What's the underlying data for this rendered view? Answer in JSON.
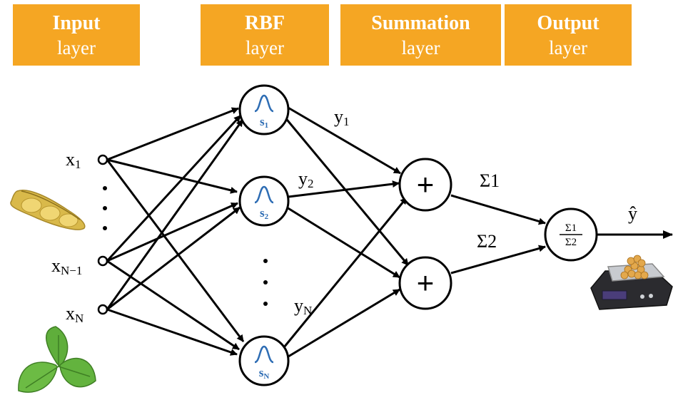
{
  "header": {
    "input": {
      "title": "Input",
      "subtitle": "layer"
    },
    "rbf": {
      "title": "RBF",
      "subtitle": "layer"
    },
    "summation": {
      "title": "Summation",
      "subtitle": "layer"
    },
    "output": {
      "title": "Output",
      "subtitle": "layer"
    }
  },
  "inputs": [
    {
      "base": "x",
      "sub": "1"
    },
    {
      "base": "x",
      "sub": "N−1"
    },
    {
      "base": "x",
      "sub": "N"
    }
  ],
  "rbf_nodes": [
    {
      "base": "s",
      "sub": "1"
    },
    {
      "base": "s",
      "sub": "2"
    },
    {
      "base": "s",
      "sub": "N"
    }
  ],
  "edge_labels": [
    {
      "base": "y",
      "sub": "1"
    },
    {
      "base": "y",
      "sub": "2"
    },
    {
      "base": "y",
      "sub": "N"
    }
  ],
  "sum_labels": [
    "Σ1",
    "Σ2"
  ],
  "summation_symbol": "+",
  "output_node": {
    "numerator": "Σ1",
    "denominator": "Σ2"
  },
  "output_label": "ŷ",
  "colors": {
    "header_bg": "#f5a623",
    "rbf_label": "#2e6db4",
    "gaussian": "#2e6db4"
  },
  "icons": [
    "soybean-pod-icon",
    "soybean-leaf-icon",
    "kitchen-scale-icon"
  ]
}
